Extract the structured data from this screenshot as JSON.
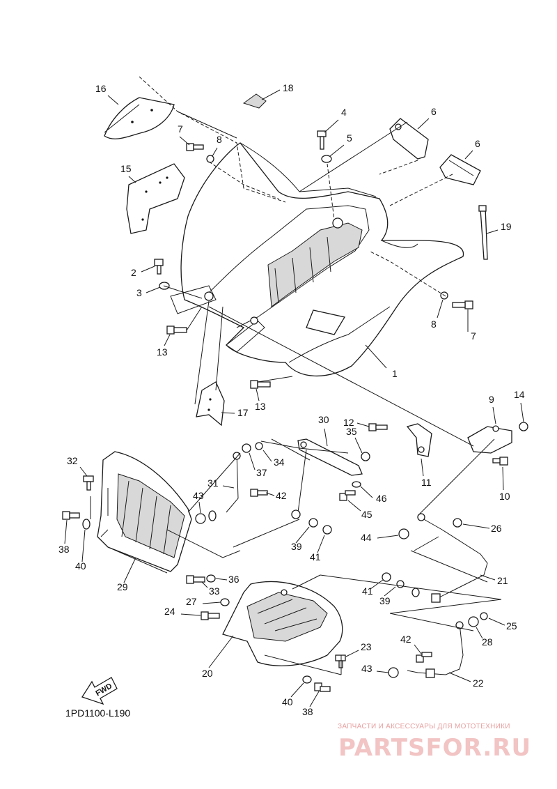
{
  "diagram": {
    "code": "1PD1100-L190",
    "fwd_label": "FWD",
    "watermark_top": "ЗАПЧАСТИ И АКСЕССУАРЫ ДЛЯ МОТОТЕХНИКИ",
    "watermark_main": "PARTSFOR.RU",
    "callouts": [
      {
        "id": "c1",
        "text": "1"
      },
      {
        "id": "c2",
        "text": "2"
      },
      {
        "id": "c3",
        "text": "3"
      },
      {
        "id": "c4",
        "text": "4"
      },
      {
        "id": "c5",
        "text": "5"
      },
      {
        "id": "c6a",
        "text": "6"
      },
      {
        "id": "c6b",
        "text": "6"
      },
      {
        "id": "c7a",
        "text": "7"
      },
      {
        "id": "c7b",
        "text": "7"
      },
      {
        "id": "c8a",
        "text": "8"
      },
      {
        "id": "c8b",
        "text": "8"
      },
      {
        "id": "c9",
        "text": "9"
      },
      {
        "id": "c10",
        "text": "10"
      },
      {
        "id": "c11",
        "text": "11"
      },
      {
        "id": "c12",
        "text": "12"
      },
      {
        "id": "c13a",
        "text": "13"
      },
      {
        "id": "c13b",
        "text": "13"
      },
      {
        "id": "c14",
        "text": "14"
      },
      {
        "id": "c15",
        "text": "15"
      },
      {
        "id": "c16",
        "text": "16"
      },
      {
        "id": "c17",
        "text": "17"
      },
      {
        "id": "c18",
        "text": "18"
      },
      {
        "id": "c19",
        "text": "19"
      },
      {
        "id": "c20",
        "text": "20"
      },
      {
        "id": "c21",
        "text": "21"
      },
      {
        "id": "c22",
        "text": "22"
      },
      {
        "id": "c23",
        "text": "23"
      },
      {
        "id": "c24",
        "text": "24"
      },
      {
        "id": "c25",
        "text": "25"
      },
      {
        "id": "c26",
        "text": "26"
      },
      {
        "id": "c27",
        "text": "27"
      },
      {
        "id": "c28",
        "text": "28"
      },
      {
        "id": "c29",
        "text": "29"
      },
      {
        "id": "c30",
        "text": "30"
      },
      {
        "id": "c31",
        "text": "31"
      },
      {
        "id": "c32",
        "text": "32"
      },
      {
        "id": "c33",
        "text": "33"
      },
      {
        "id": "c34",
        "text": "34"
      },
      {
        "id": "c35",
        "text": "35"
      },
      {
        "id": "c36",
        "text": "36"
      },
      {
        "id": "c37",
        "text": "37"
      },
      {
        "id": "c38a",
        "text": "38"
      },
      {
        "id": "c38b",
        "text": "38"
      },
      {
        "id": "c39a",
        "text": "39"
      },
      {
        "id": "c39b",
        "text": "39"
      },
      {
        "id": "c40a",
        "text": "40"
      },
      {
        "id": "c40b",
        "text": "40"
      },
      {
        "id": "c41a",
        "text": "41"
      },
      {
        "id": "c41b",
        "text": "41"
      },
      {
        "id": "c42a",
        "text": "42"
      },
      {
        "id": "c42b",
        "text": "42"
      },
      {
        "id": "c43a",
        "text": "43"
      },
      {
        "id": "c43b",
        "text": "43"
      },
      {
        "id": "c44",
        "text": "44"
      },
      {
        "id": "c45",
        "text": "45"
      },
      {
        "id": "c46",
        "text": "46"
      }
    ]
  },
  "colors": {
    "line": "#1a1a1a",
    "watermark": "#e8a0a0",
    "background": "#ffffff"
  }
}
